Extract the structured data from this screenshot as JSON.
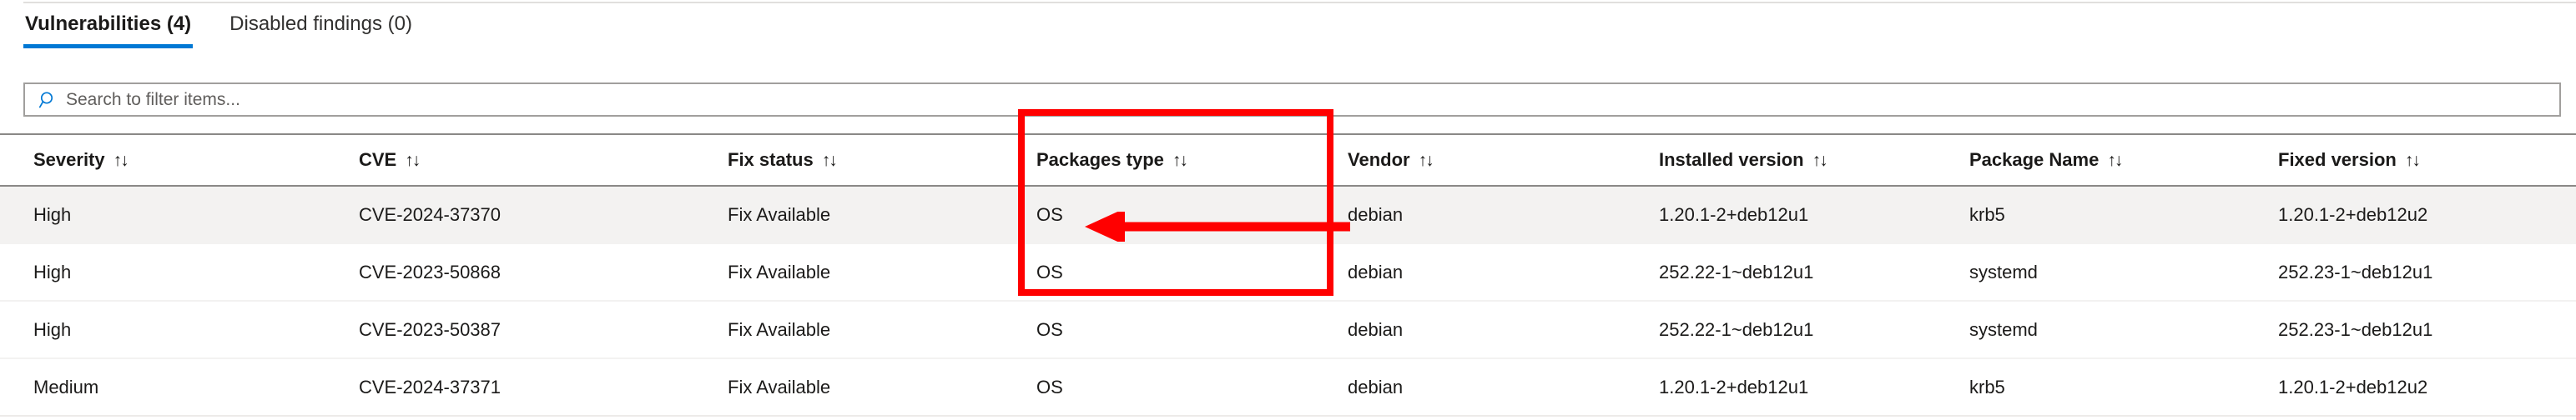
{
  "tabs": [
    {
      "label": "Vulnerabilities (4)",
      "active": true,
      "name": "tab-vulnerabilities"
    },
    {
      "label": "Disabled findings (0)",
      "active": false,
      "name": "tab-disabled-findings"
    }
  ],
  "search": {
    "placeholder": "Search to filter items...",
    "value": "",
    "icon": "search-icon"
  },
  "table": {
    "columns": [
      {
        "label": "Severity",
        "sort": "↑↓"
      },
      {
        "label": "CVE",
        "sort": "↑↓"
      },
      {
        "label": "Fix status",
        "sort": "↑↓"
      },
      {
        "label": "Packages type",
        "sort": "↑↓"
      },
      {
        "label": "Vendor",
        "sort": "↑↓"
      },
      {
        "label": "Installed version",
        "sort": "↑↓"
      },
      {
        "label": "Package Name",
        "sort": "↑↓"
      },
      {
        "label": "Fixed version",
        "sort": "↑↓"
      }
    ],
    "rows": [
      {
        "severity": "High",
        "cve": "CVE-2024-37370",
        "fix_status": "Fix Available",
        "packages_type": "OS",
        "vendor": "debian",
        "installed_version": "1.20.1-2+deb12u1",
        "package_name": "krb5",
        "fixed_version": "1.20.1-2+deb12u2"
      },
      {
        "severity": "High",
        "cve": "CVE-2023-50868",
        "fix_status": "Fix Available",
        "packages_type": "OS",
        "vendor": "debian",
        "installed_version": "252.22-1~deb12u1",
        "package_name": "systemd",
        "fixed_version": "252.23-1~deb12u1"
      },
      {
        "severity": "High",
        "cve": "CVE-2023-50387",
        "fix_status": "Fix Available",
        "packages_type": "OS",
        "vendor": "debian",
        "installed_version": "252.22-1~deb12u1",
        "package_name": "systemd",
        "fixed_version": "252.23-1~deb12u1"
      },
      {
        "severity": "Medium",
        "cve": "CVE-2024-37371",
        "fix_status": "Fix Available",
        "packages_type": "OS",
        "vendor": "debian",
        "installed_version": "1.20.1-2+deb12u1",
        "package_name": "krb5",
        "fixed_version": "1.20.1-2+deb12u2"
      }
    ]
  },
  "annotation": {
    "color": "#ff0000",
    "highlighted_column": "Packages type",
    "pointed_value": "OS"
  },
  "colors": {
    "accent": "#0078d4",
    "annotation": "#ff0000",
    "row_alt": "#f3f2f1",
    "header_rule": "#8a8886"
  }
}
